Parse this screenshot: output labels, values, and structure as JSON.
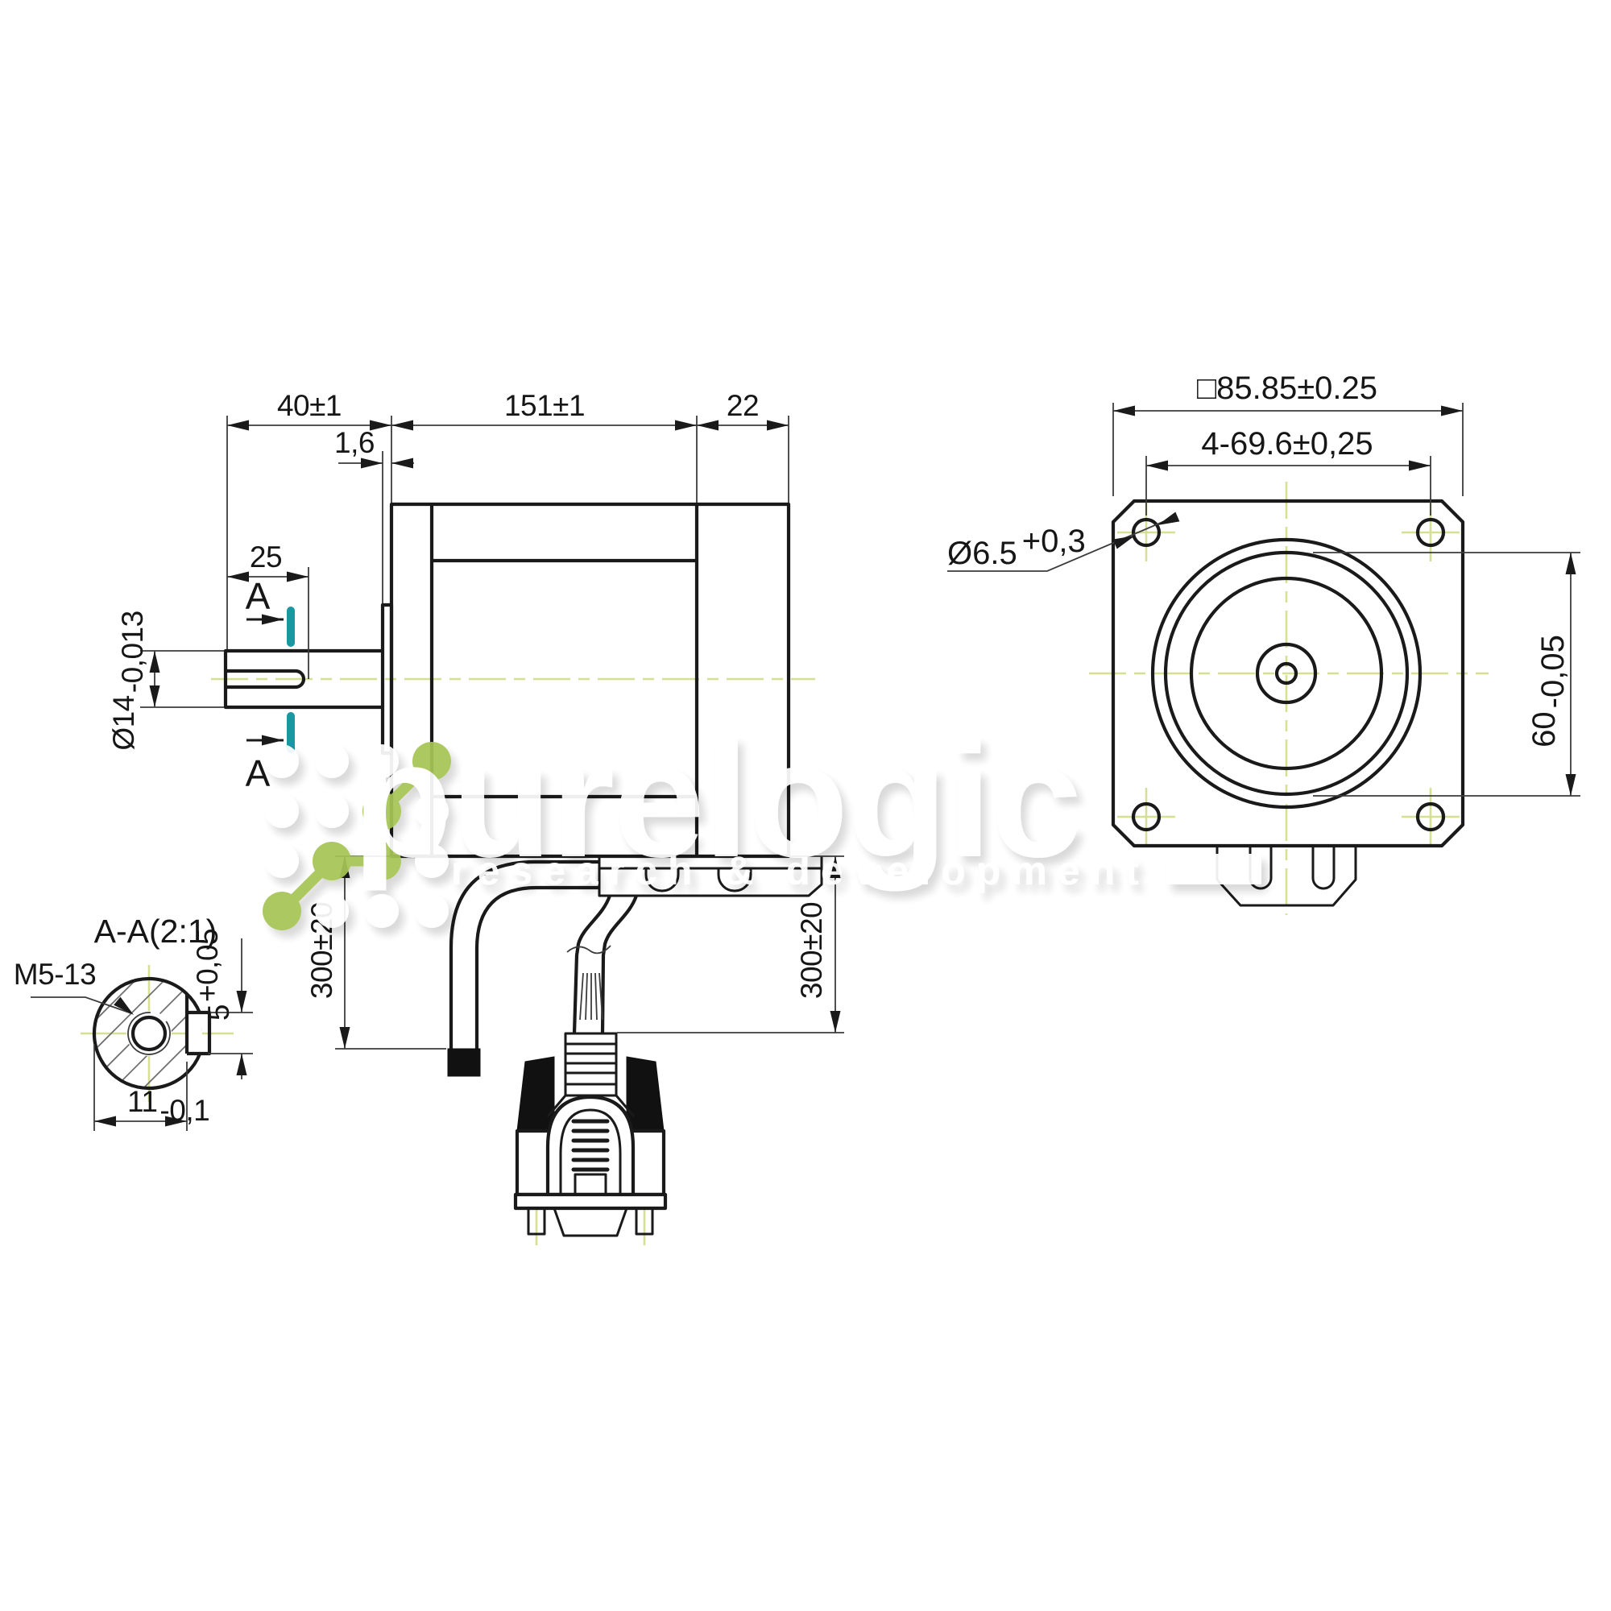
{
  "colors": {
    "outline": "#1a1a1a",
    "thin": "#3c3c3c",
    "centerline": "#d6df92",
    "section_marker": "#1898a0",
    "logo_green": "#a6c455"
  },
  "side_view": {
    "dim_shaft_length": "40±1",
    "dim_body_length": "151±1",
    "dim_rear_cover": "22",
    "dim_pilot_thickness": "1,6",
    "dim_section_offset": "25",
    "shaft_diameter": {
      "base": "Ø14",
      "tolerance": "-0,013"
    },
    "section_marker_label": "A",
    "cable_length_left": "300±20",
    "cable_length_right": "300±20"
  },
  "section_view": {
    "title": "A-A(2:1)",
    "thread_callout": "M5-13",
    "keyway_width": {
      "base": "5",
      "tolerance": "+0,05"
    },
    "keyway_depth": {
      "base": "11",
      "tolerance": "-0,1"
    }
  },
  "front_view": {
    "flange_size": "□85.85±0.25",
    "hole_spacing": "4-69.6±0,25",
    "hole_diameter": {
      "base": "Ø6.5",
      "tolerance": "+0,3"
    },
    "pilot_diameter": {
      "base": "60",
      "tolerance": "-0,05"
    }
  },
  "watermark": {
    "brand": "purelogic",
    "tagline": "research & development"
  }
}
